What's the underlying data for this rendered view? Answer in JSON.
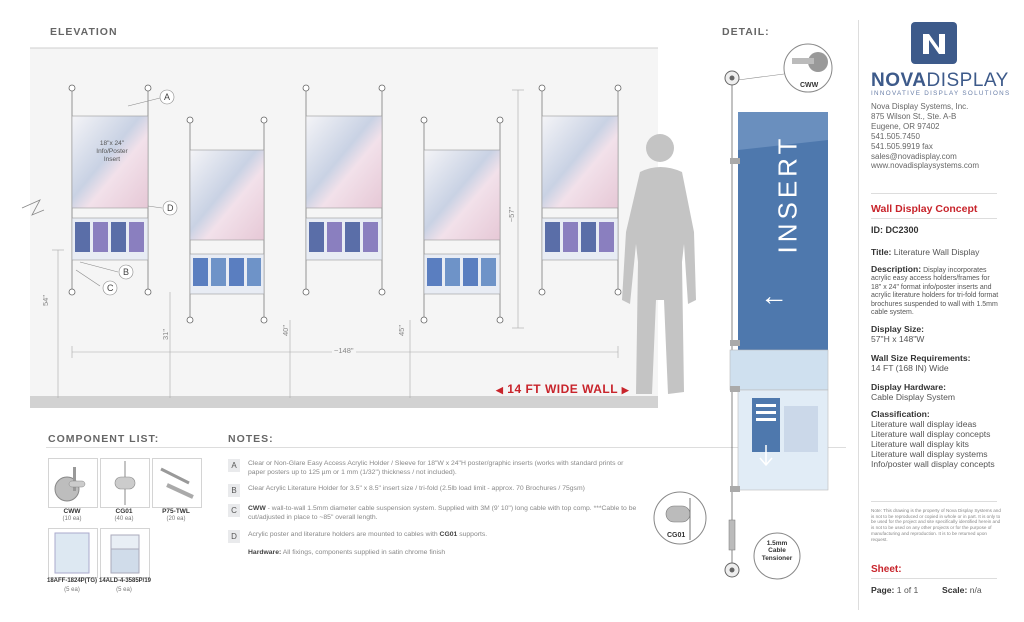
{
  "headings": {
    "elevation": "ELEVATION",
    "detail": "DETAIL:",
    "component_list": "COMPONENT LIST:",
    "notes": "NOTES:"
  },
  "elevation": {
    "poster_insert_label": "18\"x 24\"\nInfo/Poster\nInsert",
    "callouts": [
      "A",
      "B",
      "C",
      "D"
    ],
    "dims": {
      "h54": "54\"",
      "h31": "31\"",
      "h40": "40\"",
      "h45": "45\"",
      "h57": "~57\"",
      "w148": "~148\""
    },
    "wall_label": "14 FT WIDE WALL"
  },
  "detail": {
    "cww": "CWW",
    "cg01": "CG01",
    "tensioner": "1.5mm\nCable\nTensioner",
    "insert_word": "INSERT"
  },
  "components": [
    {
      "code": "CWW",
      "qty": "(10 ea)"
    },
    {
      "code": "CG01",
      "qty": "(40 ea)"
    },
    {
      "code": "P75-TWL",
      "qty": "(20 ea)"
    },
    {
      "code": "18AFF-1824P(TG)",
      "qty": "(5 ea)"
    },
    {
      "code": "14ALD-4-3585P/19",
      "qty": "(5 ea)"
    }
  ],
  "notes": [
    {
      "key": "A",
      "text": "Clear or Non-Glare Easy Access Acrylic Holder / Sleeve for 18\"W x 24\"H poster/graphic inserts (works with standard prints or paper posters up to 125 µm or 1 mm (1/32\") thickness / not included)."
    },
    {
      "key": "B",
      "text": "Clear Acrylic Literature Holder for 3.5\" x 8.5\" insert size / tri-fold (2.5lb load limit - approx. 70 Brochures / 75gsm)"
    },
    {
      "key": "C",
      "bold": "CWW",
      "text": " - wall-to-wall 1.5mm diameter cable suspension system. Supplied with 3M (9' 10\") long cable with top comp. ***Cable to be cut/adjusted in place to ~85\" overall length."
    },
    {
      "key": "D",
      "text": "Acrylic poster and literature holders are mounted to cables with ",
      "bold_end": "CG01",
      "text_end": " supports."
    }
  ],
  "hardware_note": {
    "label": "Hardware:",
    "text": " All fixings, components supplied in satin chrome finish"
  },
  "brand": {
    "name_bold": "NOVA",
    "name_light": "DISPLAY",
    "tagline": "INNOVATIVE DISPLAY SOLUTIONS",
    "address": [
      "Nova Display Systems, Inc.",
      "875 Wilson St., Ste. A-B",
      "Eugene, OR 97402",
      "541.505.7450",
      "541.505.9919 fax",
      "sales@novadisplay.com",
      "www.novadisplaysystems.com"
    ]
  },
  "sheet": {
    "concept_title": "Wall Display Concept",
    "id_label": "ID:",
    "id_value": "DC2300",
    "title_label": "Title:",
    "title_value": "Literature Wall Display",
    "desc_label": "Description:",
    "desc_value": "Display incorporates acrylic easy access holders/frames for 18\" x 24\" format info/poster inserts and acrylic literature holders for tri-fold format brochures suspended to wall with 1.5mm cable system.",
    "size_label": "Display Size:",
    "size_value": "57\"H x 148\"W",
    "wall_label": "Wall Size Requirements:",
    "wall_value": "14 FT (168 IN) Wide",
    "hardware_label": "Display Hardware:",
    "hardware_value": "Cable Display System",
    "class_label": "Classification:",
    "class_values": [
      "Literature wall display ideas",
      "Literature wall display concepts",
      "Literature wall display kits",
      "Literature wall display systems",
      "Info/poster wall display concepts"
    ],
    "legal": "Note: This drawing is the property of Nova Display Systems and is not to be reproduced or copied in whole or in part. It is only to be used for the project and site specifically identified herein and is not to be used on any other projects or for the purpose of manufacturing and reproduction. It is to be returned upon request.",
    "sheet_label": "Sheet:",
    "page_label": "Page:",
    "page_value": "1 of 1",
    "scale_label": "Scale:",
    "scale_value": "n/a"
  },
  "colors": {
    "accent_red": "#c8242b",
    "brand_blue": "#3d5a8a",
    "panel_blue": "#4e78ad"
  }
}
